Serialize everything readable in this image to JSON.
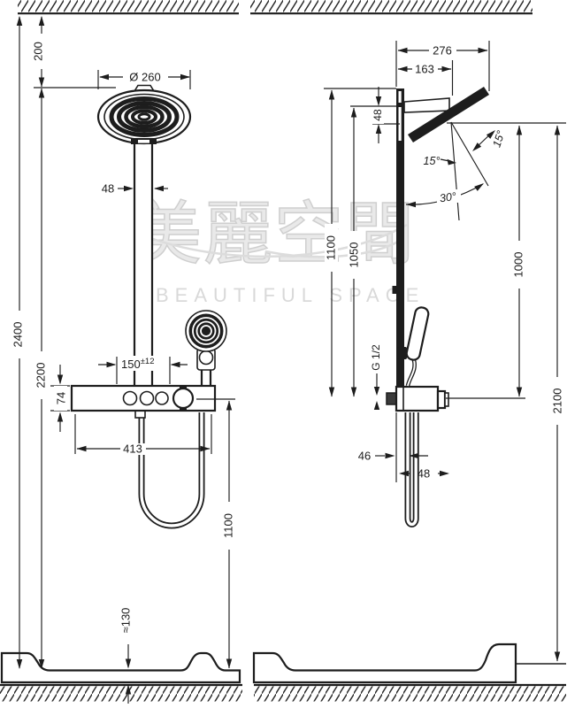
{
  "watermark": {
    "cjk": "美麗空間",
    "latin": "BEAUTIFUL SPACE"
  },
  "front_view": {
    "ceiling_offset": "200",
    "head_diameter": "Ø 260",
    "pipe_width": "48",
    "overall_height": "2400",
    "head_top_height": "2200",
    "valve_height": "74",
    "supply_spacing": "150",
    "supply_tolerance": "±12",
    "valve_width": "413",
    "hose_drop": "1100",
    "tray_height": "≈130"
  },
  "side_view": {
    "head_reach": "276",
    "arm_reach": "163",
    "head_drop": "48",
    "bar_top_height": "1100",
    "pivot_height": "1050",
    "spray_height": "1000",
    "overall_height": "2100",
    "tilt_forward": "15°",
    "tilt_back": "15°",
    "tilt_range": "30°",
    "connection_thread": "G 1/2",
    "wall_offset": "46",
    "hose_width": "48"
  }
}
